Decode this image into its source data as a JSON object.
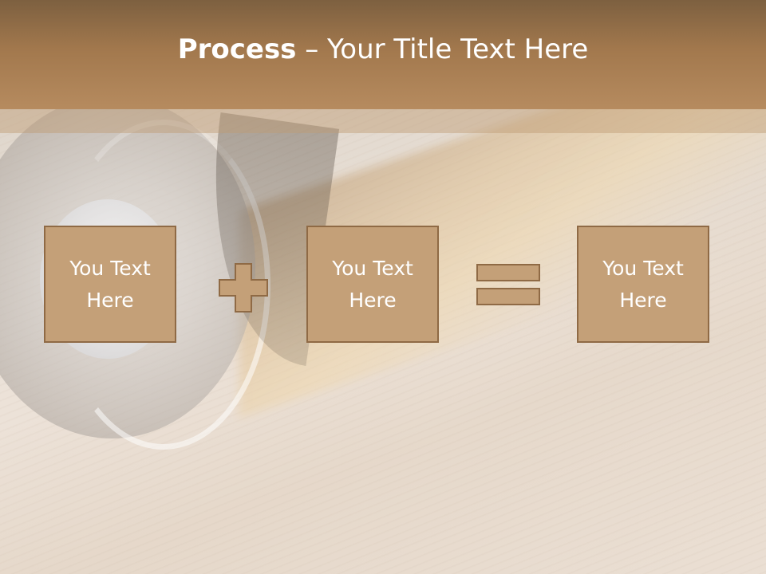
{
  "title": {
    "bold": "Process",
    "rest": " – Your Title Text Here"
  },
  "boxes": [
    {
      "line1": "You Text",
      "line2": "Here"
    },
    {
      "line1": "You Text",
      "line2": "Here"
    },
    {
      "line1": "You Text",
      "line2": "Here"
    }
  ],
  "operators": [
    "plus-icon",
    "equals-icon"
  ],
  "colors": {
    "title_bar": "#a2784d",
    "box_fill": "#c4a078",
    "box_border": "#8f6a45",
    "text": "#ffffff"
  }
}
